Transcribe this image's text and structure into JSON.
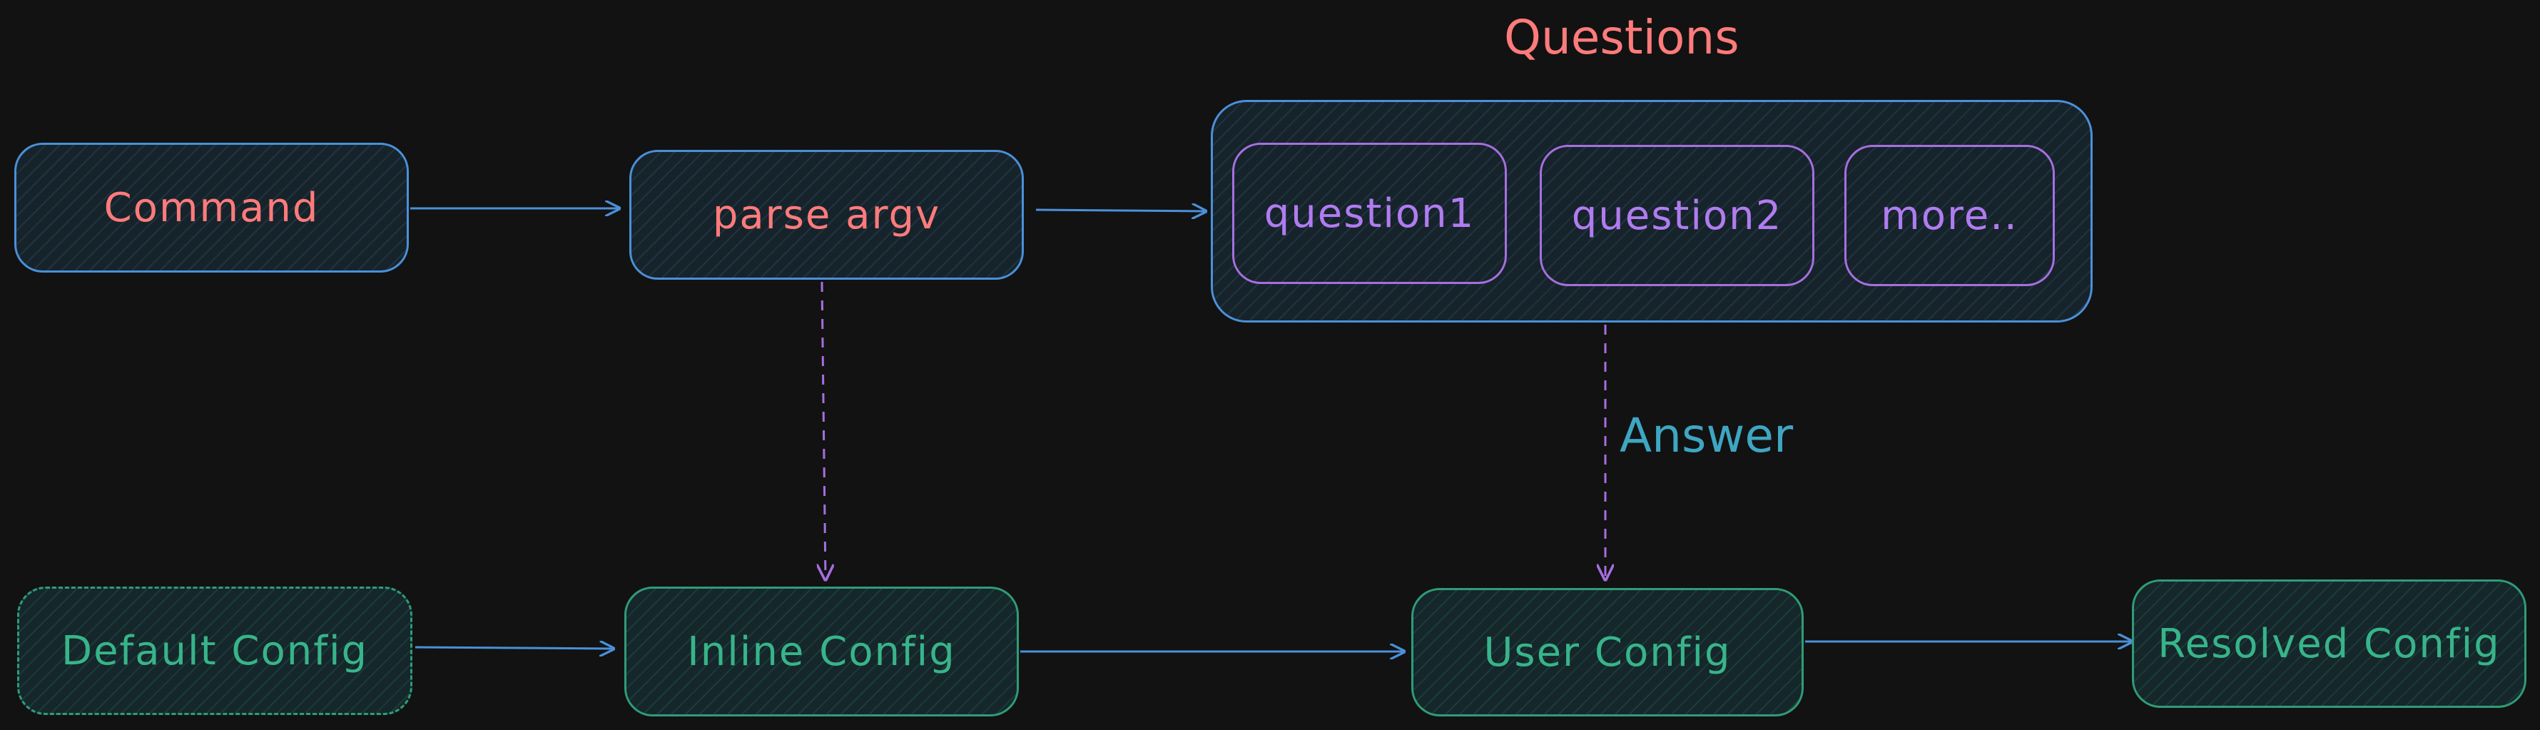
{
  "diagram": {
    "group_title": "Questions",
    "edge_label_answer": "Answer",
    "nodes": {
      "command": "Command",
      "parse_argv": "parse argv",
      "question1": "question1",
      "question2": "question2",
      "more": "more..",
      "default_config": "Default Config",
      "inline_config": "Inline Config",
      "user_config": "User Config",
      "resolved_config": "Resolved Config"
    },
    "colors": {
      "background": "#121212",
      "blue_border": "#4a90d9",
      "purple": "#a66fe0",
      "green": "#2f9c77",
      "red_text": "#ff7b7b",
      "teal_label": "#3ea6c2"
    }
  }
}
